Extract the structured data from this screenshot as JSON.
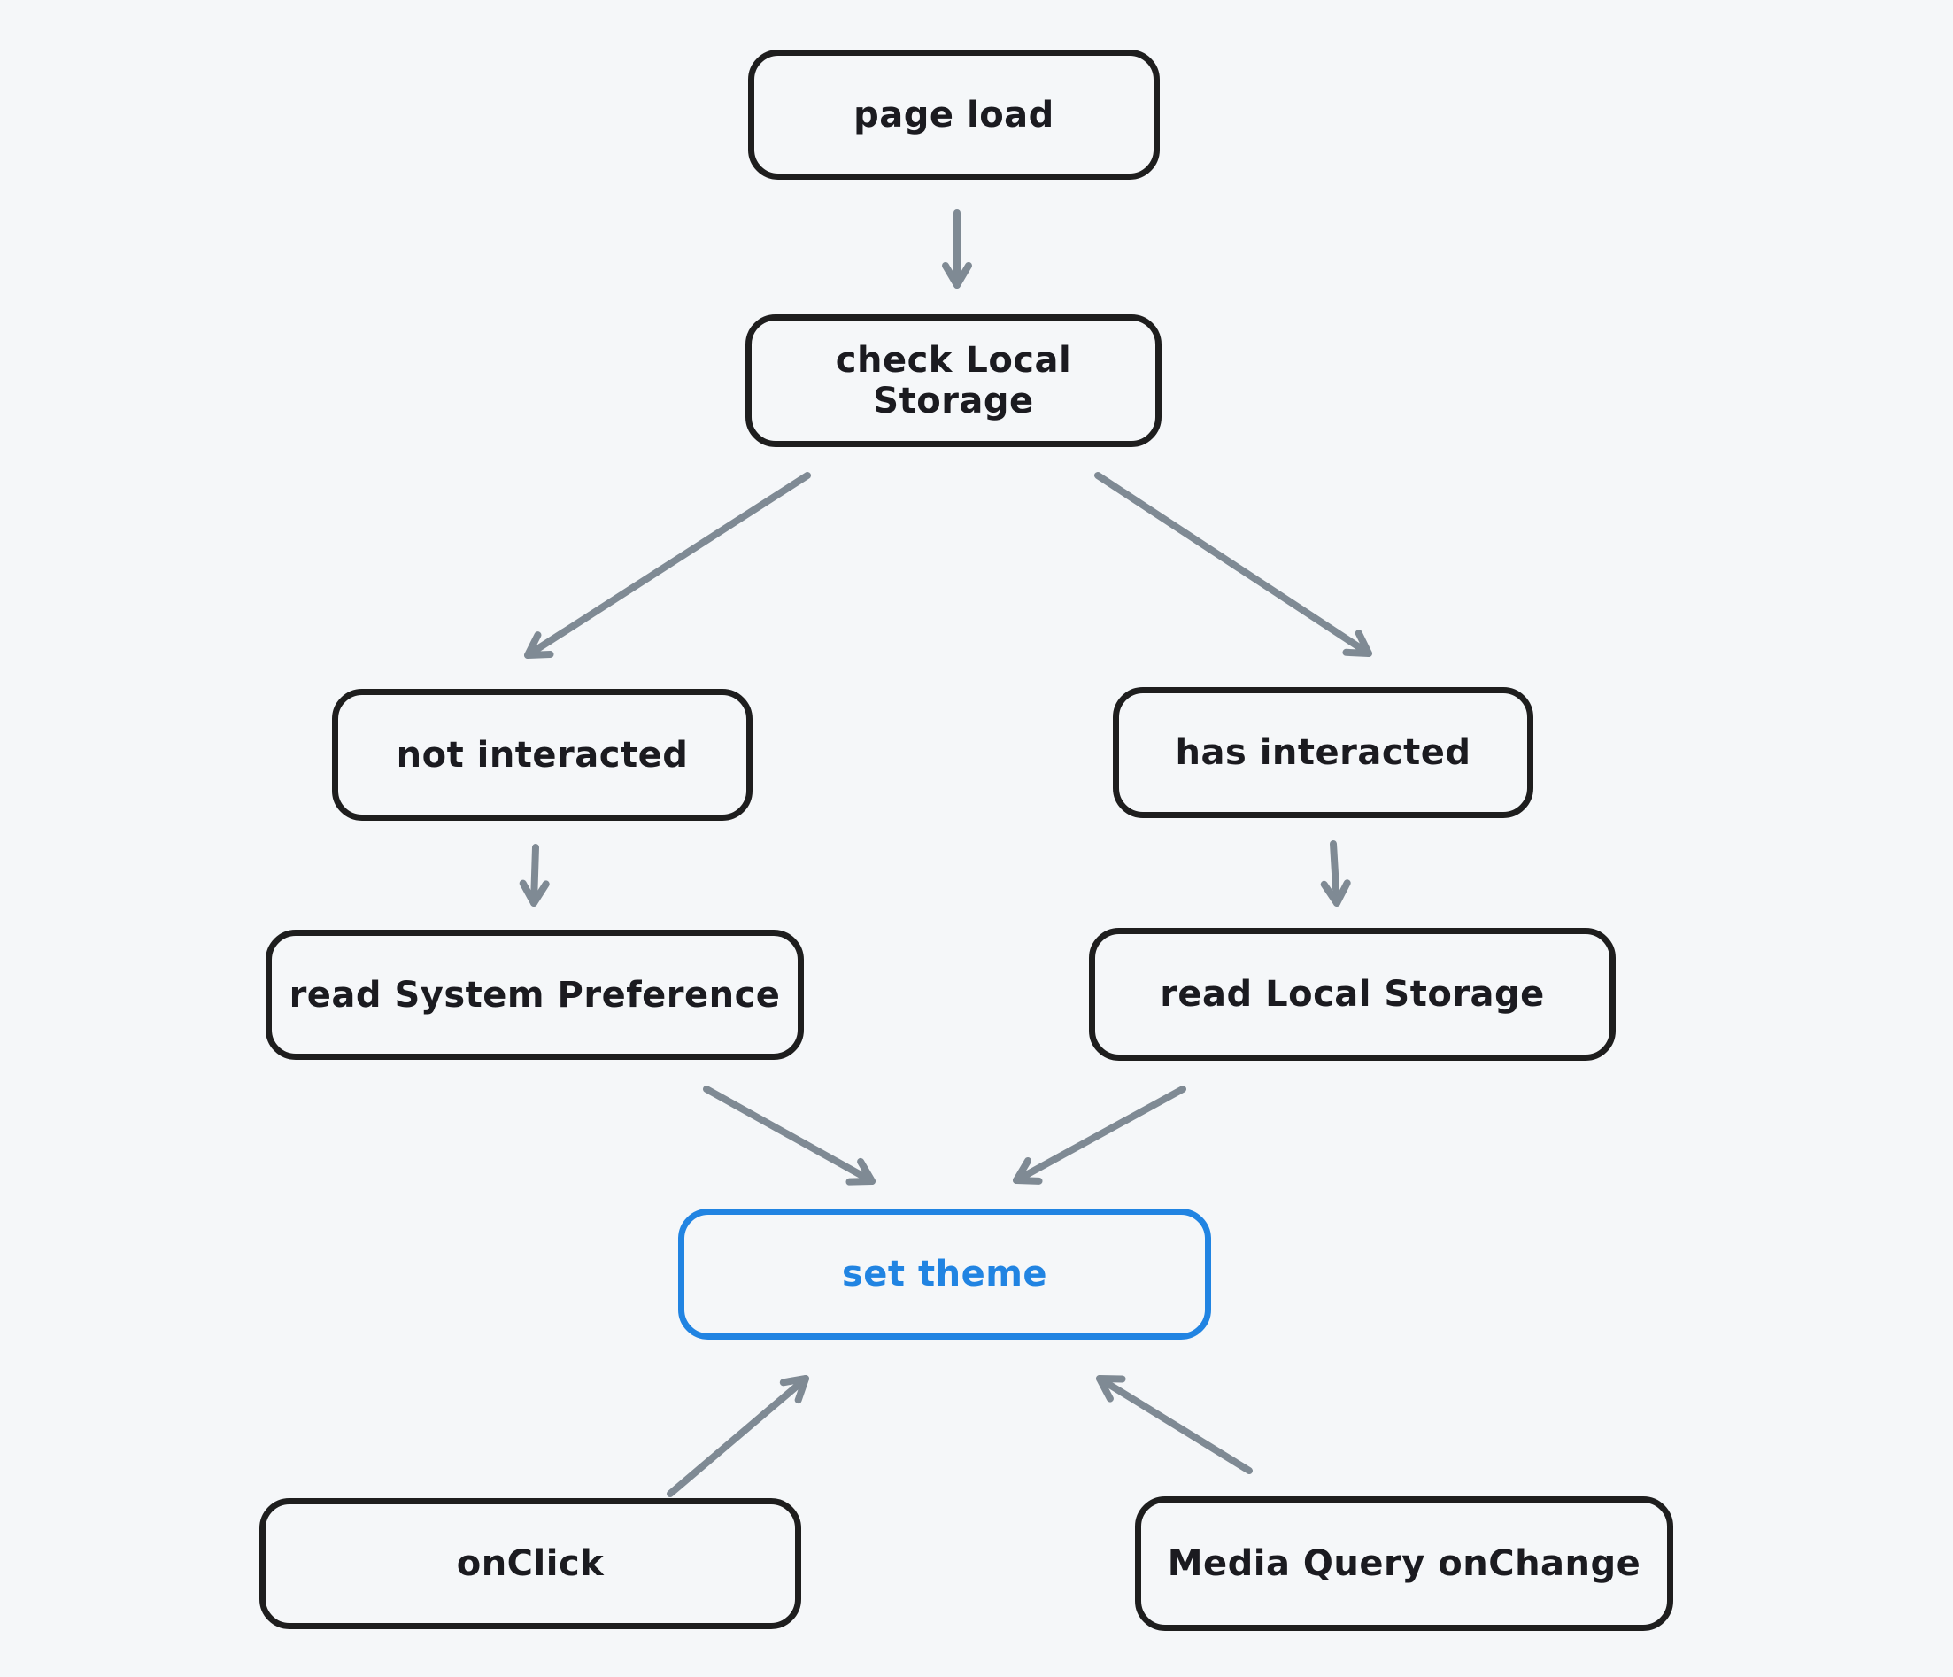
{
  "diagram": {
    "nodes": [
      {
        "id": "page-load",
        "label": "page load",
        "accent": false
      },
      {
        "id": "check-local-storage",
        "label": "check Local Storage",
        "accent": false
      },
      {
        "id": "not-interacted",
        "label": "not interacted",
        "accent": false
      },
      {
        "id": "has-interacted",
        "label": "has interacted",
        "accent": false
      },
      {
        "id": "read-system-preference",
        "label": "read System Preference",
        "accent": false
      },
      {
        "id": "read-local-storage",
        "label": "read Local Storage",
        "accent": false
      },
      {
        "id": "set-theme",
        "label": "set theme",
        "accent": true
      },
      {
        "id": "onclick",
        "label": "onClick",
        "accent": false
      },
      {
        "id": "media-query-onchange",
        "label": "Media Query onChange",
        "accent": false
      }
    ],
    "edges": [
      {
        "from": "page-load",
        "to": "check-local-storage"
      },
      {
        "from": "check-local-storage",
        "to": "not-interacted"
      },
      {
        "from": "check-local-storage",
        "to": "has-interacted"
      },
      {
        "from": "not-interacted",
        "to": "read-system-preference"
      },
      {
        "from": "has-interacted",
        "to": "read-local-storage"
      },
      {
        "from": "read-system-preference",
        "to": "set-theme"
      },
      {
        "from": "read-local-storage",
        "to": "set-theme"
      },
      {
        "from": "onclick",
        "to": "set-theme"
      },
      {
        "from": "media-query-onchange",
        "to": "set-theme"
      }
    ]
  },
  "colors": {
    "background": "#f5f7f9",
    "node_stroke": "#1e1e1e",
    "node_text": "#1b1b20",
    "accent_blue": "#2184e2",
    "arrow_gray": "#7f8a94"
  }
}
